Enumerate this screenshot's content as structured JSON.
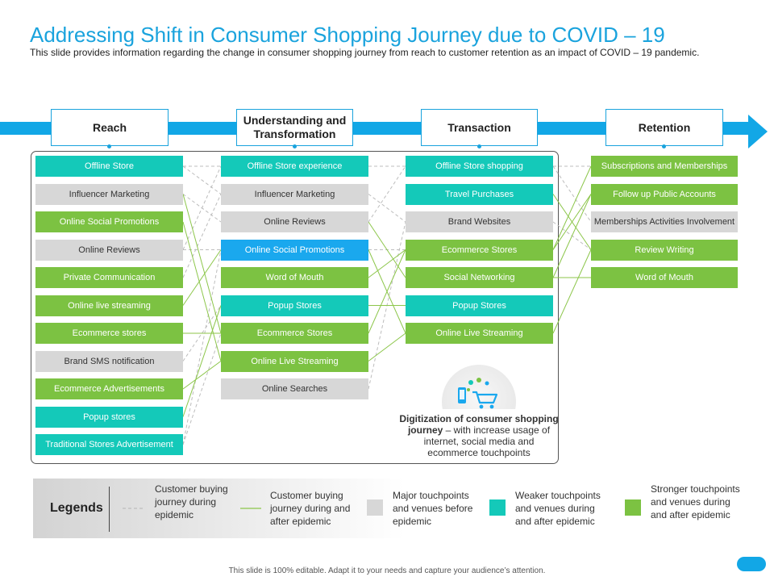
{
  "title": "Addressing Shift in Consumer Shopping Journey due to COVID – 19",
  "subtitle": "This slide provides information regarding the change in consumer shopping journey from reach to customer retention as an impact of COVID – 19 pandemic.",
  "stages": [
    "Reach",
    "Understanding and Transformation",
    "Transaction",
    "Retention"
  ],
  "columns": [
    [
      {
        "label": "Offline Store",
        "kind": "teal"
      },
      {
        "label": "Influencer Marketing",
        "kind": "gray"
      },
      {
        "label": "Online Social Promotions",
        "kind": "green"
      },
      {
        "label": "Online Reviews",
        "kind": "gray"
      },
      {
        "label": "Private Communication",
        "kind": "green"
      },
      {
        "label": "Online live streaming",
        "kind": "green"
      },
      {
        "label": "Ecommerce stores",
        "kind": "green"
      },
      {
        "label": "Brand SMS notification",
        "kind": "gray"
      },
      {
        "label": "Ecommerce Advertisements",
        "kind": "green"
      },
      {
        "label": "Popup stores",
        "kind": "teal"
      },
      {
        "label": "Traditional Stores Advertisement",
        "kind": "teal"
      }
    ],
    [
      {
        "label": "Offline Store experience",
        "kind": "teal"
      },
      {
        "label": "Influencer Marketing",
        "kind": "gray"
      },
      {
        "label": "Online Reviews",
        "kind": "gray"
      },
      {
        "label": "Online Social Promotions",
        "kind": "blue"
      },
      {
        "label": "Word of Mouth",
        "kind": "green"
      },
      {
        "label": "Popup Stores",
        "kind": "teal"
      },
      {
        "label": "Ecommerce Stores",
        "kind": "green"
      },
      {
        "label": "Online Live Streaming",
        "kind": "green"
      },
      {
        "label": "Online Searches",
        "kind": "gray"
      }
    ],
    [
      {
        "label": "Offline Store shopping",
        "kind": "teal"
      },
      {
        "label": "Travel Purchases",
        "kind": "teal"
      },
      {
        "label": "Brand Websites",
        "kind": "gray"
      },
      {
        "label": "Ecommerce Stores",
        "kind": "green"
      },
      {
        "label": "Social Networking",
        "kind": "green"
      },
      {
        "label": "Popup Stores",
        "kind": "teal"
      },
      {
        "label": "Online Live Streaming",
        "kind": "green"
      }
    ],
    [
      {
        "label": "Subscriptions and Memberships",
        "kind": "green"
      },
      {
        "label": "Follow up Public Accounts",
        "kind": "green"
      },
      {
        "label": "Memberships Activities Involvement",
        "kind": "gray"
      },
      {
        "label": "Review Writing",
        "kind": "green"
      },
      {
        "label": "Word of Mouth",
        "kind": "green"
      }
    ]
  ],
  "links": {
    "during": [
      [
        0,
        0,
        1,
        0
      ],
      [
        0,
        0,
        1,
        1
      ],
      [
        0,
        1,
        1,
        2
      ],
      [
        0,
        3,
        1,
        0
      ],
      [
        0,
        3,
        1,
        3
      ],
      [
        0,
        4,
        1,
        1
      ],
      [
        0,
        7,
        1,
        5
      ],
      [
        0,
        10,
        1,
        3
      ],
      [
        0,
        10,
        1,
        6
      ],
      [
        1,
        0,
        2,
        0
      ],
      [
        1,
        1,
        2,
        2
      ],
      [
        1,
        2,
        2,
        0
      ],
      [
        1,
        3,
        2,
        3
      ],
      [
        1,
        8,
        2,
        2
      ],
      [
        2,
        0,
        3,
        0
      ],
      [
        2,
        0,
        3,
        2
      ],
      [
        2,
        2,
        3,
        3
      ]
    ],
    "after": [
      [
        0,
        1,
        1,
        6
      ],
      [
        0,
        2,
        1,
        7
      ],
      [
        0,
        5,
        1,
        3
      ],
      [
        0,
        6,
        1,
        6
      ],
      [
        0,
        8,
        1,
        7
      ],
      [
        0,
        9,
        1,
        5
      ],
      [
        1,
        2,
        2,
        4
      ],
      [
        1,
        3,
        2,
        6
      ],
      [
        1,
        4,
        2,
        3
      ],
      [
        1,
        5,
        2,
        5
      ],
      [
        1,
        6,
        2,
        3
      ],
      [
        1,
        7,
        2,
        6
      ],
      [
        2,
        1,
        3,
        3
      ],
      [
        2,
        3,
        3,
        0
      ],
      [
        2,
        3,
        3,
        1
      ],
      [
        2,
        4,
        3,
        1
      ],
      [
        2,
        4,
        3,
        4
      ],
      [
        2,
        6,
        3,
        3
      ]
    ]
  },
  "digitization": {
    "bold": "Digitization  of consumer shopping journey",
    "rest": " – with increase usage of internet, social media and ecommerce touchpoints"
  },
  "legend": {
    "title": "Legends",
    "during_epidemic": "Customer buying journey during epidemic",
    "after_epidemic": "Customer buying journey during and after epidemic",
    "major_before": "Major touchpoints and venues before epidemic",
    "weaker": "Weaker touchpoints and venues during and after epidemic",
    "stronger": "Stronger touchpoints and venues during and after epidemic"
  },
  "colors": {
    "teal": "#14c9b9",
    "green": "#7cc242",
    "gray": "#d7d7d7",
    "blue": "#1aa8ee",
    "accent": "#1aa3dd",
    "during_line": "#bdbdbd",
    "after_line": "#8cc64a"
  },
  "footer": "This slide is 100% editable. Adapt it to your needs and capture your audience’s attention."
}
